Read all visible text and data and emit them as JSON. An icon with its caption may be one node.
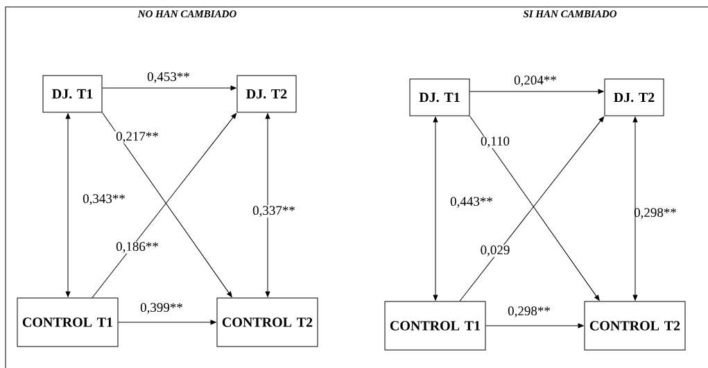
{
  "diagram": {
    "nodes": [
      {
        "text": [
          "DJ. T1"
        ]
      },
      {
        "text": [
          "DJ. T2"
        ]
      },
      {
        "text": [
          "CONTROL T1"
        ]
      },
      {
        "text": [
          "CONTROL T2"
        ]
      },
      {
        "text": [
          "DJ. T1"
        ]
      },
      {
        "text": [
          "DJ. T2"
        ]
      },
      {
        "text": [
          "CONTROL T1"
        ]
      },
      {
        "text": [
          "CONTROL T2"
        ]
      }
    ],
    "edges": [
      {
        "from": 0,
        "to": 1,
        "arrow": "to",
        "label": "0,453**"
      },
      {
        "from": 0,
        "to": 3,
        "arrow": "to",
        "label": "0,217**"
      },
      {
        "from": 0,
        "to": 2,
        "arrow": "both",
        "label": "0,343**"
      },
      {
        "from": 2,
        "to": 1,
        "arrow": "to",
        "label": "0,186**"
      },
      {
        "from": 1,
        "to": 3,
        "arrow": "both",
        "label": "0,337**"
      },
      {
        "from": 2,
        "to": 3,
        "arrow": "to",
        "label": "0,399**"
      },
      {
        "from": 4,
        "to": 5,
        "arrow": "to",
        "label": "0,204**"
      },
      {
        "from": 4,
        "to": 7,
        "arrow": "to",
        "label": "0,110"
      },
      {
        "from": 4,
        "to": 6,
        "arrow": "both",
        "label": "0,443**"
      },
      {
        "from": 6,
        "to": 5,
        "arrow": "to",
        "label": "0,029"
      },
      {
        "from": 5,
        "to": 7,
        "arrow": "both",
        "label": "0,298**"
      },
      {
        "from": 6,
        "to": 7,
        "arrow": "to",
        "label": "0,298**"
      }
    ],
    "labels": [
      "NO HAN CAMBIADO",
      "SI HAN CAMBIADO"
    ]
  }
}
